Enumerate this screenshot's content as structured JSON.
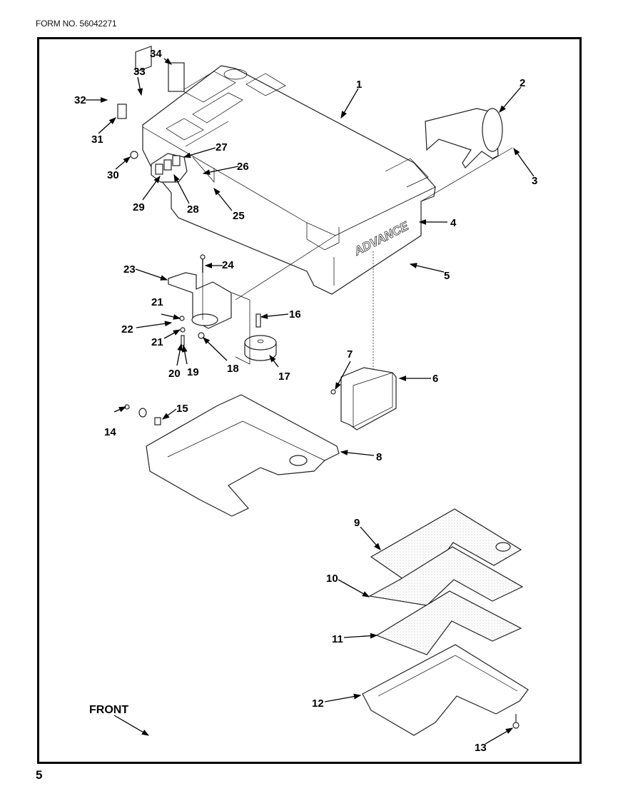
{
  "header": {
    "form_number": "FORM NO. 56042271"
  },
  "footer": {
    "page_number": "5"
  },
  "diagram": {
    "brand_decal_text": "ADVANCE",
    "orientation_label": "FRONT",
    "callouts": [
      "1",
      "2",
      "3",
      "4",
      "5",
      "6",
      "7",
      "8",
      "9",
      "10",
      "11",
      "12",
      "13",
      "14",
      "15",
      "16",
      "17",
      "18",
      "19",
      "20",
      "21",
      "21",
      "22",
      "23",
      "24",
      "25",
      "26",
      "27",
      "28",
      "29",
      "30",
      "31",
      "32",
      "33",
      "34"
    ]
  }
}
